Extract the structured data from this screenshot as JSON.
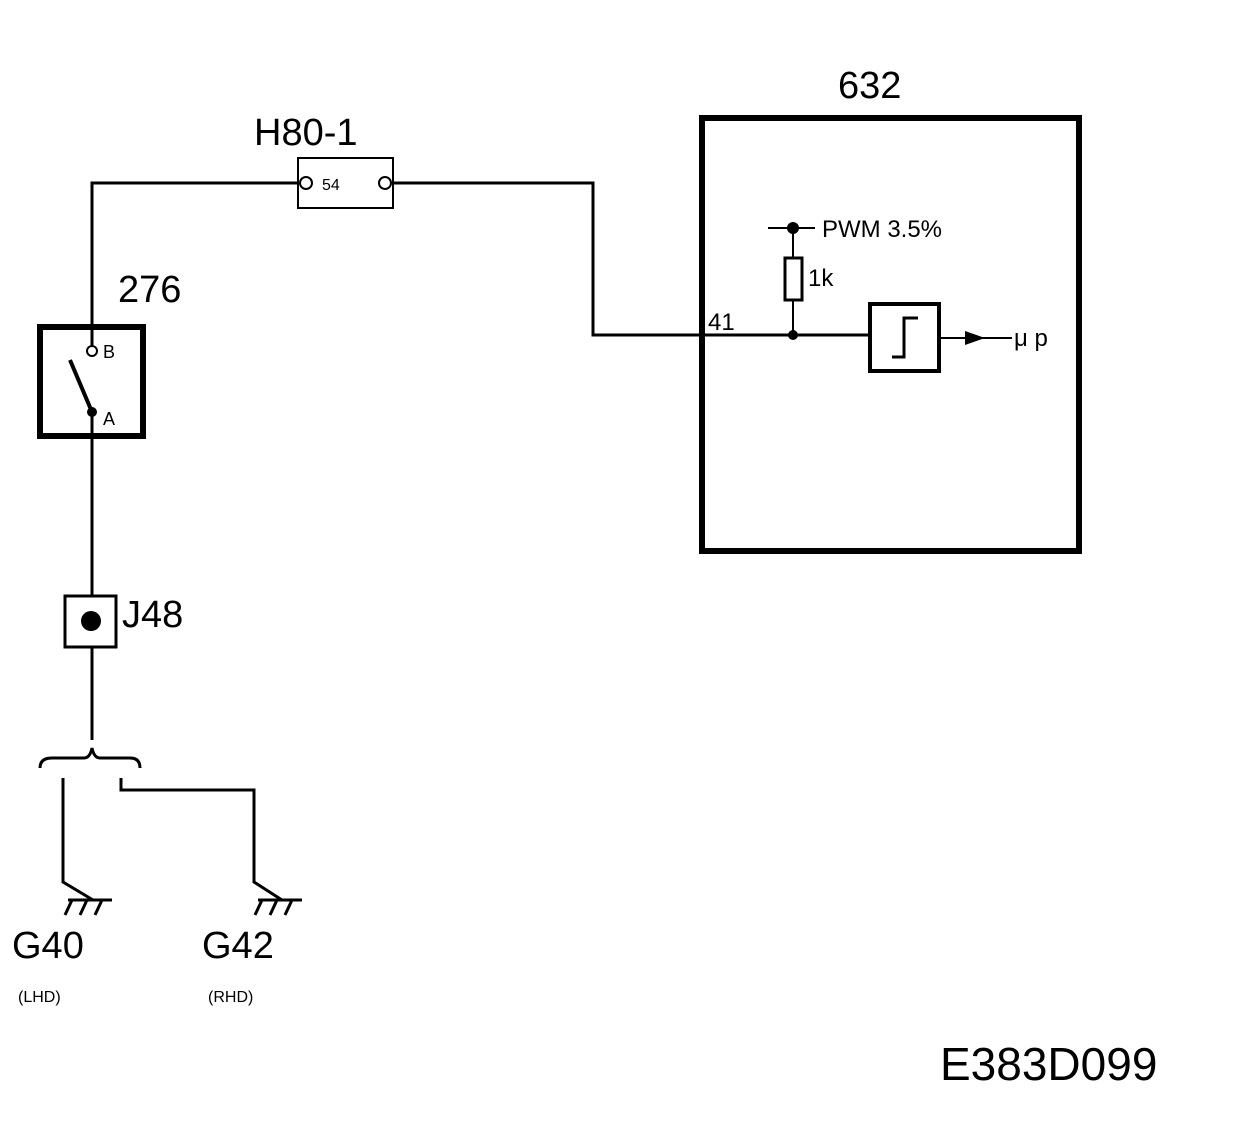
{
  "components": {
    "switch": {
      "id": "276",
      "pin_b": "B",
      "pin_a": "A"
    },
    "fuse": {
      "id": "H80-1",
      "pin": "54"
    },
    "module": {
      "id": "632",
      "pin": "41",
      "supply_label": "PWM 3.5%",
      "resistor_label": "1k",
      "output_label": "μ p"
    },
    "connector": {
      "id": "J48"
    },
    "ground_lhd": {
      "id": "G40",
      "note": "(LHD)"
    },
    "ground_rhd": {
      "id": "G42",
      "note": "(RHD)"
    }
  },
  "diagram_code": "E383D099"
}
